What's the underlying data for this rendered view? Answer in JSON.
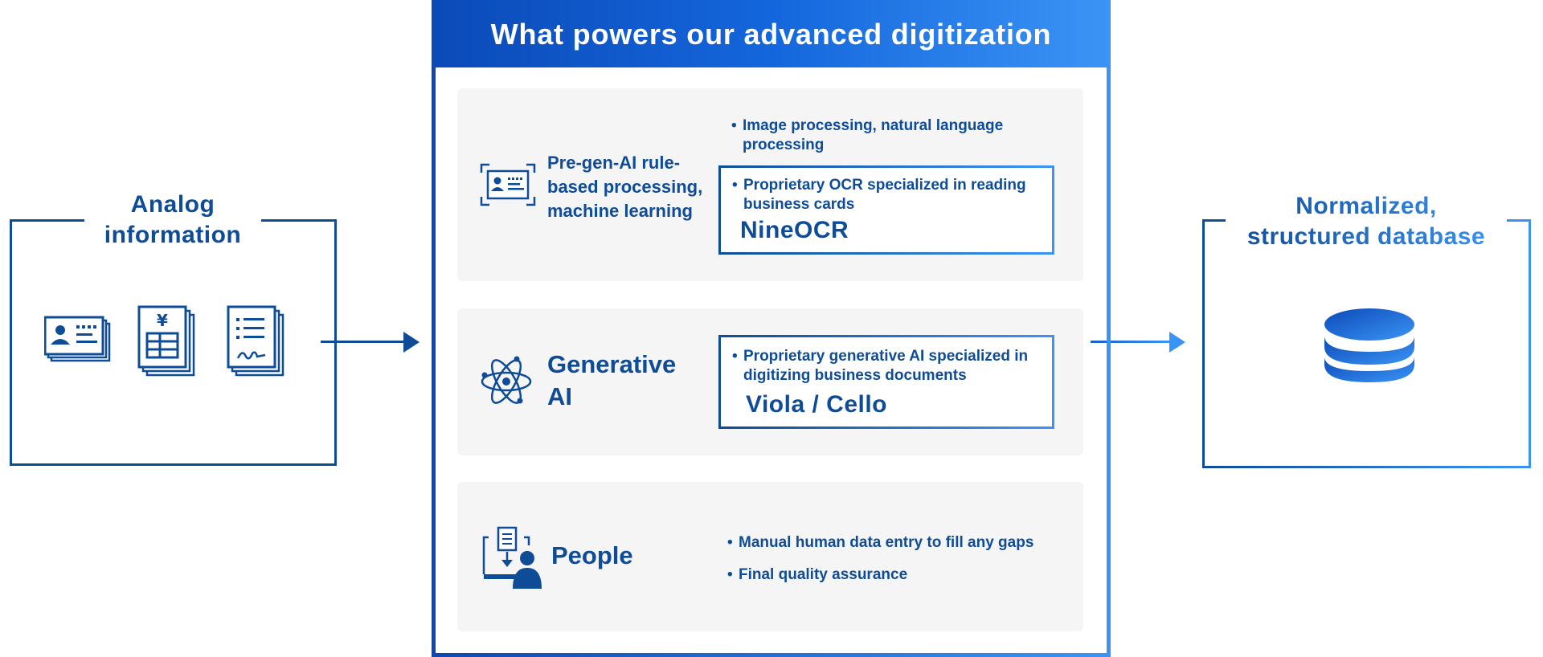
{
  "left": {
    "title_line1": "Analog",
    "title_line2": "information"
  },
  "right": {
    "title_line1": "Normalized,",
    "title_line2": "structured database"
  },
  "center": {
    "header": "What powers our advanced digitization",
    "panels": [
      {
        "title_lines": [
          "Pre-gen-AI rule-",
          "based processing,",
          "machine learning"
        ],
        "bullets": [
          "Image processing, natural language",
          "processing"
        ],
        "highlight": {
          "bullet_lines": [
            "Proprietary OCR specialized in reading",
            "business cards"
          ],
          "name": "NineOCR"
        }
      },
      {
        "title_lines": [
          "Generative",
          "AI"
        ],
        "highlight": {
          "bullet_lines": [
            "Proprietary generative AI specialized in",
            "digitizing business documents"
          ],
          "name": "Viola / Cello"
        }
      },
      {
        "title_lines": [
          "People"
        ],
        "bullets": [
          "Manual human data entry to fill any gaps",
          "Final quality assurance"
        ]
      }
    ]
  },
  "icons": [
    "business-card-icon",
    "invoice-yen-icon",
    "contract-document-icon",
    "id-card-scan-icon",
    "atom-icon",
    "person-data-entry-icon",
    "database-icon"
  ],
  "colors": {
    "primary": "#0f4c97",
    "gradient_start": "#0b4ab8",
    "gradient_end": "#3b94f5",
    "panel_bg": "#f5f5f5"
  }
}
